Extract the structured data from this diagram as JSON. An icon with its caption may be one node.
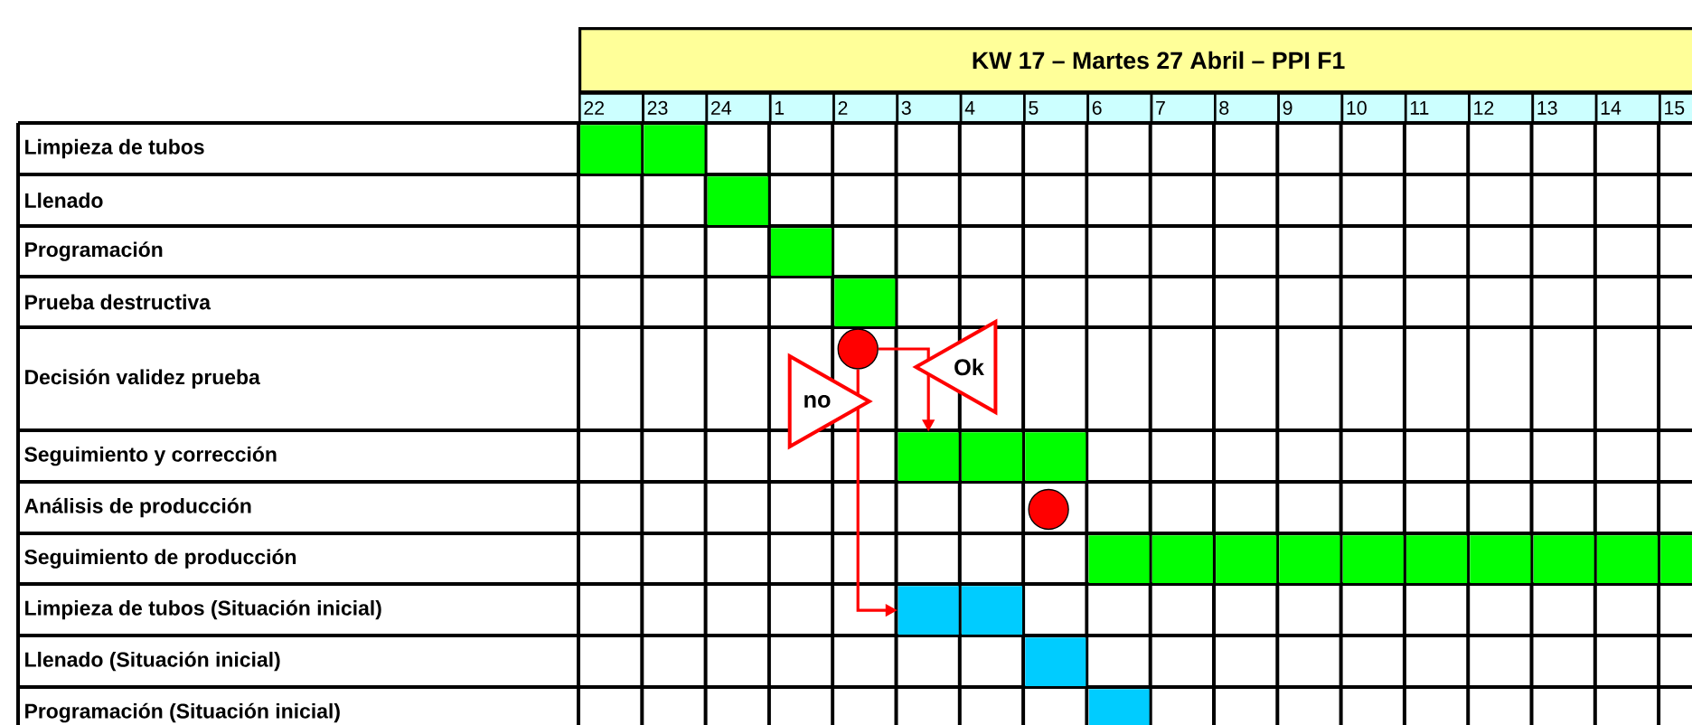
{
  "diagram": {
    "nodes": [
      {
        "text": [],
        "shape": "bar"
      },
      {
        "text": [],
        "shape": "bar"
      },
      {
        "text": [],
        "shape": "bar"
      },
      {
        "text": [],
        "shape": "bar"
      },
      {
        "text": [],
        "shape": "bar"
      },
      {
        "text": [],
        "shape": "circle"
      },
      {
        "text": [],
        "shape": "bar"
      },
      {
        "text": [],
        "shape": "bar"
      },
      {
        "text": [],
        "shape": "bar"
      },
      {
        "text": [],
        "shape": "circle"
      },
      {
        "text": [],
        "shape": "bar"
      },
      {
        "text": [],
        "shape": "bar"
      },
      {
        "text": [],
        "shape": "bar"
      },
      {
        "text": [],
        "shape": "bar"
      },
      {
        "text": [],
        "shape": "bar"
      },
      {
        "text": [],
        "shape": "bar"
      },
      {
        "text": [],
        "shape": "bar"
      },
      {
        "text": [],
        "shape": "bar"
      },
      {
        "text": [],
        "shape": "bar"
      },
      {
        "text": [],
        "shape": "bar"
      },
      {
        "text": [],
        "shape": "bar"
      },
      {
        "text": [],
        "shape": "bar"
      },
      {
        "text": [],
        "shape": "bar"
      },
      {
        "text": [],
        "shape": "bar"
      }
    ],
    "edges": [
      {
        "from": 5,
        "to": 6,
        "arrow": "to",
        "label": "Ok"
      },
      {
        "from": 5,
        "to": 20,
        "arrow": "to",
        "label": "no"
      }
    ],
    "labels": [
      "KW 17 – Martes 27 Abril – PPI F1",
      "22",
      "23",
      "24",
      "1",
      "2",
      "3",
      "4",
      "5",
      "6",
      "7",
      "8",
      "9",
      "10",
      "11",
      "12",
      "13",
      "14",
      "15",
      "Limpieza de tubos",
      "Llenado",
      "Programación",
      "Prueba destructiva",
      "Decisión validez prueba",
      "Seguimiento y corrección",
      "Análisis de producción",
      "Seguimiento de producción",
      "Limpieza de tubos (Situación inicial)",
      "Llenado (Situación inicial)",
      "Programación (Situación inicial)"
    ]
  }
}
